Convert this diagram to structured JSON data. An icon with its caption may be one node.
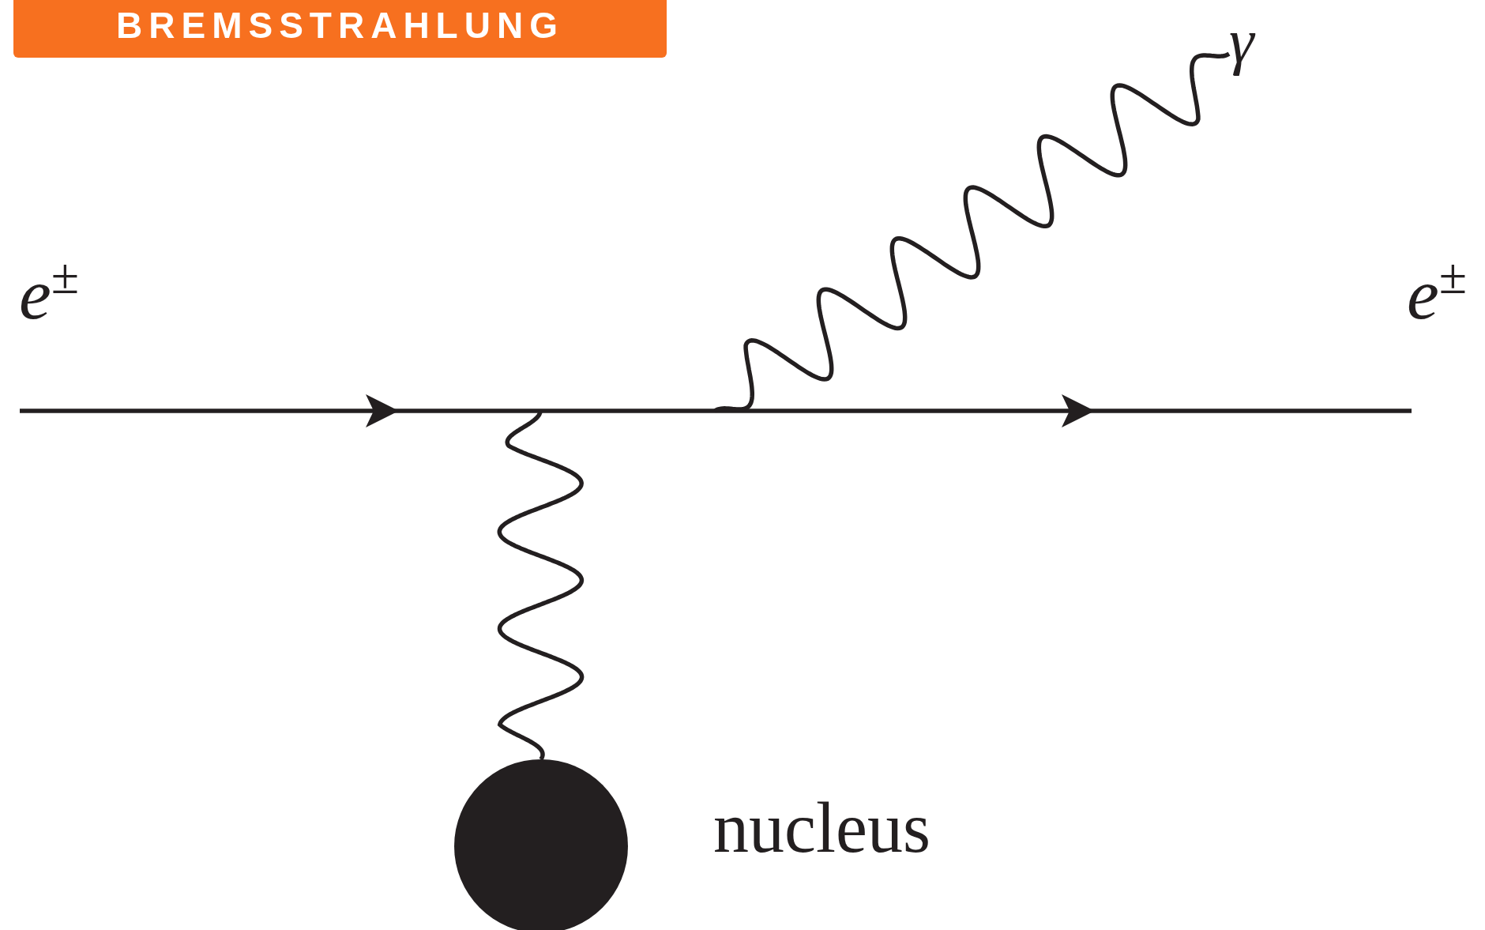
{
  "diagram": {
    "title": "BREMSSTRAHLUNG",
    "nodes": [
      {
        "text": [
          "γ"
        ]
      },
      {
        "text": [],
        "shape": "circle",
        "beside": [
          "nucleus"
        ]
      }
    ],
    "edges": [
      {
        "from": null,
        "to": 0,
        "arrow": "none"
      },
      {
        "from": null,
        "to": 1,
        "arrow": "none"
      }
    ],
    "labels": [
      "*e*$^{±}$",
      "*e*$^{±}$"
    ]
  }
}
